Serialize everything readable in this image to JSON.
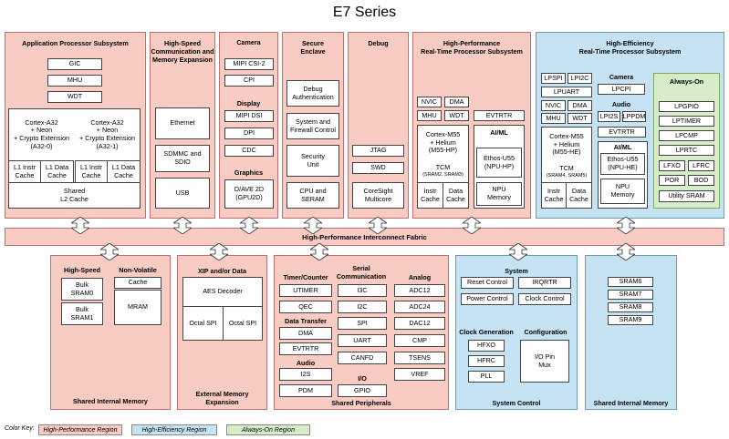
{
  "title": "E7 Series",
  "regions": {
    "app": "Application Processor Subsystem",
    "hs_comm": "High-Speed\nCommunication and\nMemory Expansion",
    "camera": "Camera",
    "display": "Display",
    "graphics": "Graphics",
    "secure": "Secure\nEnclave",
    "debug": "Debug",
    "hp_rt": "High-Performance\nReal-Time Processor Subsystem",
    "he_rt": "High-Efficiency\nReal-Time Processor Subsystem",
    "always_on": "Always-On",
    "he_camera": "Camera",
    "he_audio": "Audio",
    "hp_aiml": "AI/ML",
    "he_aiml": "AI/ML",
    "fabric": "High-Performance Interconnect Fabric",
    "shared_mem_left": "Shared Internal Memory",
    "high_speed": "High-Speed",
    "non_volatile": "Non-Volatile",
    "xip": "XIP and/or Data",
    "ext_mem": "External Memory\nExpansion",
    "serial_comm": "Serial\nCommunication",
    "timer_counter": "Timer/Counter",
    "analog": "Analog",
    "data_transfer": "Data Transfer",
    "audio": "Audio",
    "io": "I/O",
    "shared_periph": "Shared Peripherals",
    "system": "System",
    "clock_gen": "Clock Generation",
    "configuration": "Configuration",
    "sys_control": "System Control",
    "shared_mem_right": "Shared Internal Memory"
  },
  "boxes": {
    "gic": "GIC",
    "mhu": "MHU",
    "wdt": "WDT",
    "a32_0": "Cortex-A32\n+ Neon\n+ Crypto Extension\n(A32-0)",
    "a32_1": "Cortex-A32\n+ Neon\n+ Crypto Extension\n(A32-1)",
    "l1i_0": "L1 Instr\nCache",
    "l1d_0": "L1 Data\nCache",
    "l1i_1": "L1 Instr\nCache",
    "l1d_1": "L1 Data\nCache",
    "l2": "Shared\nL2 Cache",
    "ethernet": "Ethernet",
    "sdmmc": "SDMMC and\nSDIO",
    "usb": "USB",
    "mipi_csi": "MIPI CSI-2",
    "cpi": "CPI",
    "mipi_dsi": "MIPI DSI",
    "dpi": "DPI",
    "cdc": "CDC",
    "dave": "D/AVE 2D\n(GPU2D)",
    "debug_auth": "Debug\nAuthentication",
    "sys_fw": "System and\nFirewall Control",
    "sec_unit": "Security\nUnit",
    "cpu_seram": "CPU and\nSERAM",
    "jtag": "JTAG",
    "swd": "SWD",
    "coresight": "CoreSight\nMulticore",
    "hp_nvic": "NVIC",
    "hp_dma": "DMA",
    "hp_mhu": "MHU",
    "hp_wdt": "WDT",
    "hp_evtrtr": "EVTRTR",
    "m55_hp": "Cortex-M55\n+ Helium\n(M55-HP)",
    "hp_tcm": "TCM",
    "hp_tcm_sub": "(SRAM2, SRAM3)",
    "hp_instr": "Instr\nCache",
    "hp_data": "Data\nCache",
    "u55_hp": "Ethos-U55\n(NPU-HP)",
    "hp_npu_mem": "NPU\nMemory",
    "he_lpspi": "LPSPI",
    "he_lpi2c": "LPI2C",
    "he_lpuart": "LPUART",
    "he_nvic": "NVIC",
    "he_dma": "DMA",
    "he_mhu": "MHU",
    "he_wdt": "WDT",
    "he_lpcpi": "LPCPI",
    "he_lpi2s": "LPI2S",
    "he_lppdm": "LPPDM",
    "he_evtrtr": "EVTRTR",
    "m55_he": "Cortex-M55\n+ Helium\n(M55-HE)",
    "he_tcm": "TCM",
    "he_tcm_sub": "(SRAM4, SRAM5)",
    "he_instr": "Instr\nCache",
    "he_data": "Data\nCache",
    "u55_he": "Ethos-U55\n(NPU-HE)",
    "he_npu_mem": "NPU\nMemory",
    "lpgpio": "LPGPIO",
    "lptimer": "LPTIMER",
    "lpcmp": "LPCMP",
    "lprtc": "LPRTC",
    "lfxo": "LFXO",
    "lfrc": "LFRC",
    "por": "POR",
    "bod": "BOD",
    "util_sram": "Utility SRAM",
    "bulk0": "Bulk\nSRAM0",
    "bulk1": "Bulk\nSRAM1",
    "cache": "Cache",
    "mram": "MRAM",
    "aes": "AES Decoder",
    "ospi1": "Octal SPI",
    "ospi2": "Octal SPI",
    "utimer": "UTIMER",
    "qec": "QEC",
    "dma": "DMA",
    "evtrtr": "EVTRTR",
    "i2s": "I2S",
    "pdm": "PDM",
    "i3c": "I3C",
    "i2c": "I2C",
    "spi": "SPI",
    "uart": "UART",
    "canfd": "CANFD",
    "gpio": "GPIO",
    "adc12": "ADC12",
    "adc24": "ADC24",
    "dac12": "DAC12",
    "cmp": "CMP",
    "tsens": "TSENS",
    "vref": "VREF",
    "reset_ctrl": "Reset Control",
    "irqrtr": "IRQRTR",
    "power_ctrl": "Power Control",
    "clock_ctrl": "Clock Control",
    "hfxo": "HFXO",
    "hfrc": "HFRC",
    "pll": "PLL",
    "io_pin_mux": "I/O Pin\nMux",
    "sram6": "SRAM6",
    "sram7": "SRAM7",
    "sram8": "SRAM8",
    "sram9": "SRAM9"
  },
  "color_key": {
    "label": "Color Key:",
    "hp": "High-Performance Region",
    "he": "High-Efficiency Region",
    "ao": "Always-On Region"
  },
  "colors": {
    "hp": "#f8cbc3",
    "he": "#c6e3f3",
    "ao": "#d7ecc9"
  }
}
